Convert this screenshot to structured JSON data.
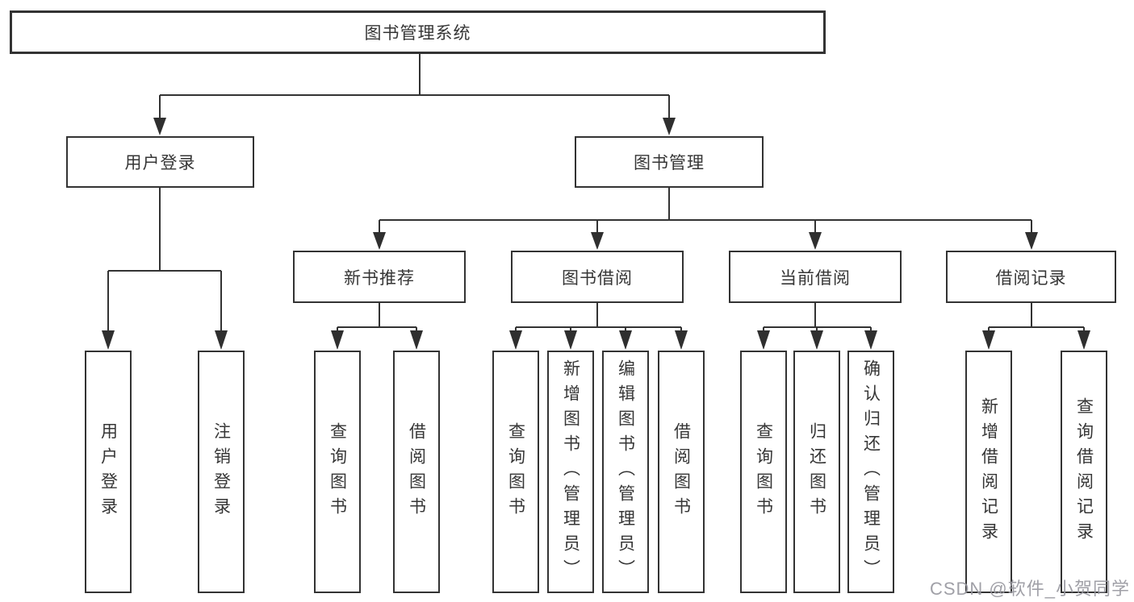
{
  "tree": {
    "root": {
      "label": "图书管理系统"
    },
    "branches": [
      {
        "label": "用户登录",
        "children": [
          {
            "label": "用户登录"
          },
          {
            "label": "注销登录"
          }
        ]
      },
      {
        "label": "图书管理",
        "children": [
          {
            "label": "新书推荐",
            "children": [
              {
                "label": "查询图书"
              },
              {
                "label": "借阅图书"
              }
            ]
          },
          {
            "label": "图书借阅",
            "children": [
              {
                "label": "查询图书"
              },
              {
                "label": "新增图书（管理员）"
              },
              {
                "label": "编辑图书（管理员）"
              },
              {
                "label": "借阅图书"
              }
            ]
          },
          {
            "label": "当前借阅",
            "children": [
              {
                "label": "查询图书"
              },
              {
                "label": "归还图书"
              },
              {
                "label": "确认归还（管理员）"
              }
            ]
          },
          {
            "label": "借阅记录",
            "children": [
              {
                "label": "新增借阅记录"
              },
              {
                "label": "查询借阅记录"
              }
            ]
          }
        ]
      }
    ]
  },
  "watermark": {
    "text": "CSDN @软件_小贺同学"
  },
  "colors": {
    "line": "#333333",
    "text": "#363636",
    "box_background": "#ffffff",
    "watermark": "#9898a0",
    "background": "#ffffff"
  }
}
